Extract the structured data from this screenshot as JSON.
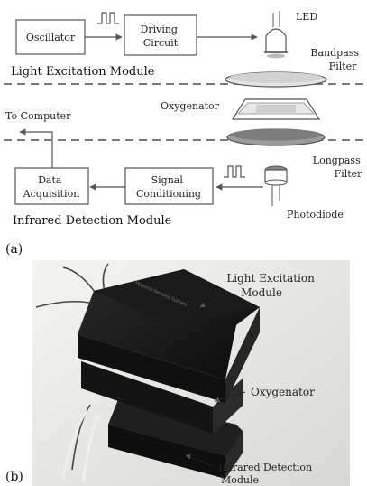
{
  "colors": {
    "line": "#555555",
    "dashed": "#7a7a7a",
    "disk_top": "#d8d8d8",
    "disk_filter2": "#8a8a8a",
    "photo_bg": "#e8e8e6"
  },
  "icons": {
    "pulse": "square-wave-icon",
    "led": "led-icon",
    "photodiode": "photodiode-icon"
  },
  "panel_a": {
    "panel_label": "(a)",
    "boxes": {
      "oscillator": [
        "Oscillator"
      ],
      "driving": [
        "Driving",
        "Circuit"
      ],
      "data_acq": [
        "Data",
        "Acquisition"
      ],
      "signal": [
        "Signal",
        "Conditioning"
      ]
    },
    "labels": {
      "led": "LED",
      "bandpass": [
        "Bandpass",
        "Filter"
      ],
      "oxygenator": "Oxygenator",
      "to_computer": "To Computer",
      "longpass": [
        "Longpass",
        "Filter"
      ],
      "photodiode": "Photodiode"
    },
    "modules": {
      "light": "Light Excitation Module",
      "infrared": "Infrared Detection Module"
    }
  },
  "panel_b": {
    "panel_label": "(b)",
    "labels": {
      "light": [
        "Light Excitation",
        "Module"
      ],
      "oxygenator": "Oxygenator",
      "infrared": [
        "Infrared Detection",
        "Module"
      ]
    },
    "device_stamp": "Hypoxia Sensing System"
  }
}
